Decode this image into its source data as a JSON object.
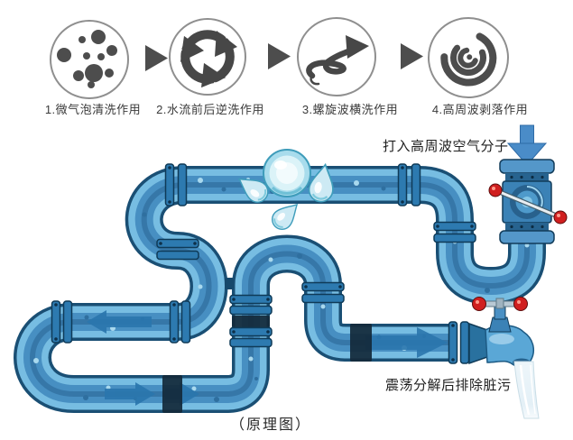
{
  "process_steps": [
    {
      "id": 1,
      "label": "1.微气泡清洗作用",
      "icon": "micro-bubbles-icon"
    },
    {
      "id": 2,
      "label": "2.水流前后逆洗作用",
      "icon": "forward-backward-flow-icon"
    },
    {
      "id": 3,
      "label": "3.螺旋波横洗作用",
      "icon": "spiral-wave-icon"
    },
    {
      "id": 4,
      "label": "4.高周波剥落作用",
      "icon": "high-frequency-vortex-icon"
    }
  ],
  "annotations": {
    "air_inlet_label": "打入高周波空气分子",
    "drain_label": "震荡分解后排除脏污",
    "caption": "（原理图）"
  },
  "colors": {
    "background": "#ffffff",
    "pipe_outline": "#1a4f74",
    "pipe_body": "#77bde2",
    "pipe_water_band": "#478fc2",
    "pipe_core": "#2f6c9c",
    "flange": "#2d7ab0",
    "dark_coupling": "#13293a",
    "flow_arrow": "#2a76ad",
    "inlet_arrow": "#4a8cc8",
    "valve_handle_red": "#d01f1f",
    "droplet_fill": "#cdeaf4",
    "icon_gray": "#4d4d4d",
    "text": "#1f1f1f"
  }
}
